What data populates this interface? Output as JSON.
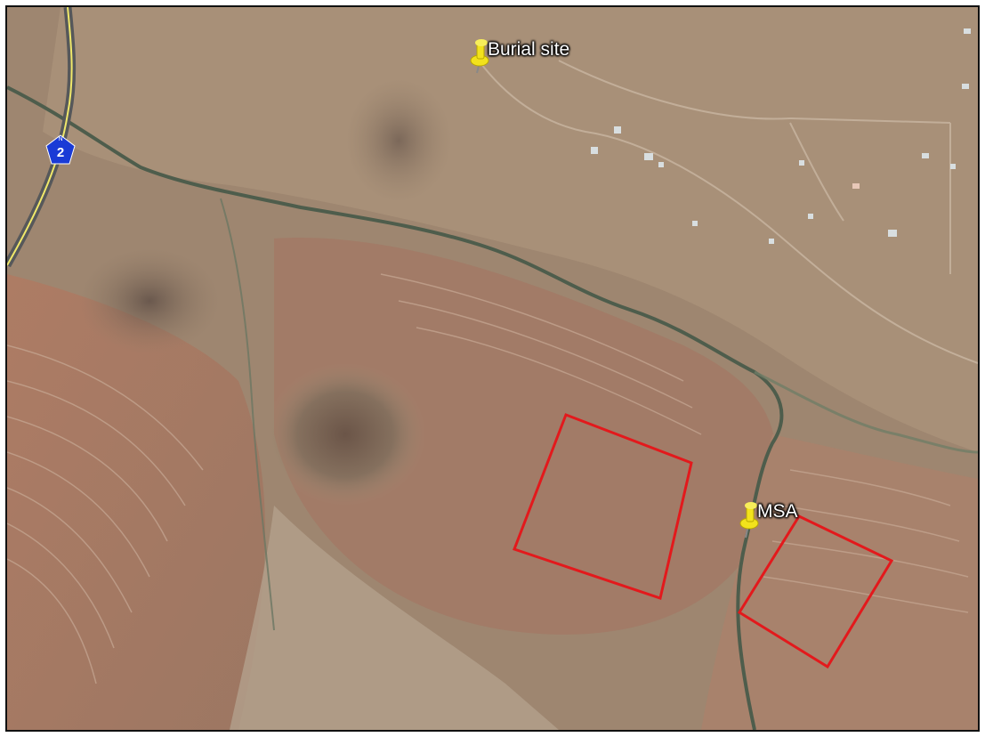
{
  "map": {
    "type": "satellite-imagery",
    "markers": [
      {
        "label": "Burial site",
        "icon": "pushpin-icon",
        "color": "#f2e21c"
      },
      {
        "label": "MSA",
        "icon": "pushpin-icon",
        "color": "#f2e21c"
      }
    ],
    "road_shield": {
      "route_prefix": "N",
      "route_number": "2",
      "color": "#1a3bd6"
    },
    "survey_areas": [
      {
        "label": "",
        "outline_color": "#e3191c"
      },
      {
        "label": "",
        "outline_color": "#e3191c"
      }
    ]
  }
}
